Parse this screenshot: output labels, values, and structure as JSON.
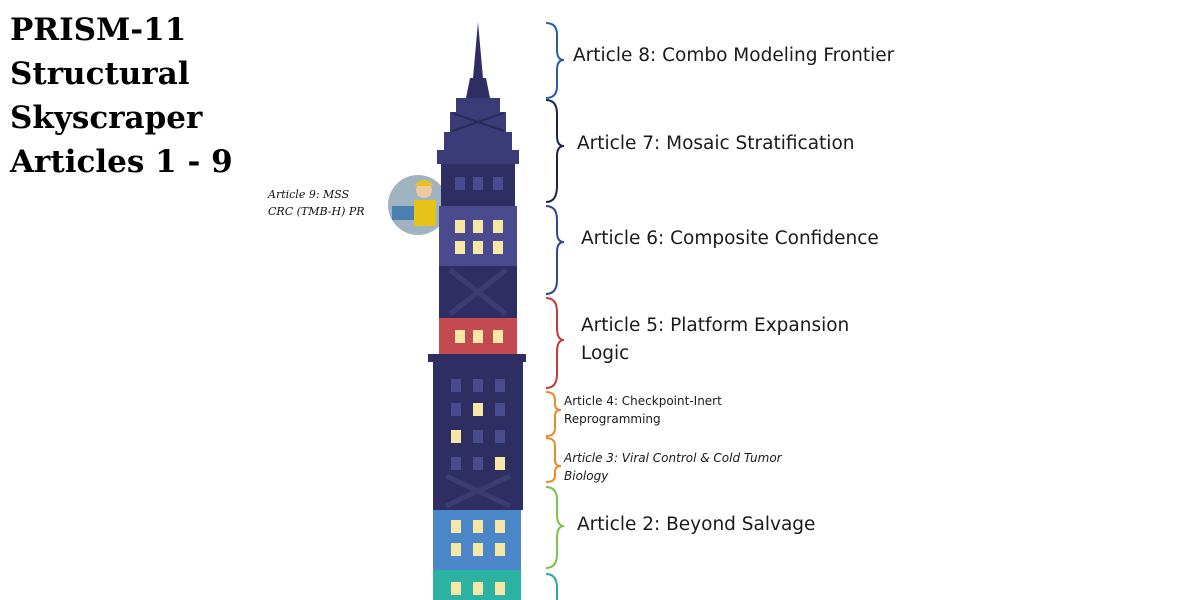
{
  "title_lines": [
    "PRISM-11",
    "Structural",
    "Skyscraper",
    "Articles 1 - 9"
  ],
  "articles": {
    "a8": "Article 8: Combo Modeling Frontier",
    "a7": "Article 7: Mosaic Stratification",
    "a6": "Article 6: Composite Confidence",
    "a5": "Article 5: Platform Expansion Logic",
    "a4": "Article 4: Checkpoint-Inert Reprogramming",
    "a3": "Article 3: Viral Control  & Cold Tumor Biology",
    "a2": "Article 2: Beyond Salvage"
  },
  "article9": {
    "line1": "Article 9: MSS",
    "line2": "CRC (TMB-H) PR"
  },
  "colors": {
    "navy": "#2e2e62",
    "navy_dark": "#25254f",
    "purple": "#4a4a8e",
    "red": "#c24a50",
    "blue": "#4a86c8",
    "teal": "#2bb2a2",
    "window": "#f6e7a6",
    "bracket_a8": "#2b5aa8",
    "bracket_a7": "#1c2747",
    "bracket_a6": "#33458e",
    "bracket_a5": "#c43a3a",
    "bracket_a4": "#ea8a2d",
    "bracket_a3": "#ea8a2d",
    "bracket_a2": "#7ec24a",
    "bracket_a1": "#2aa7a0"
  }
}
